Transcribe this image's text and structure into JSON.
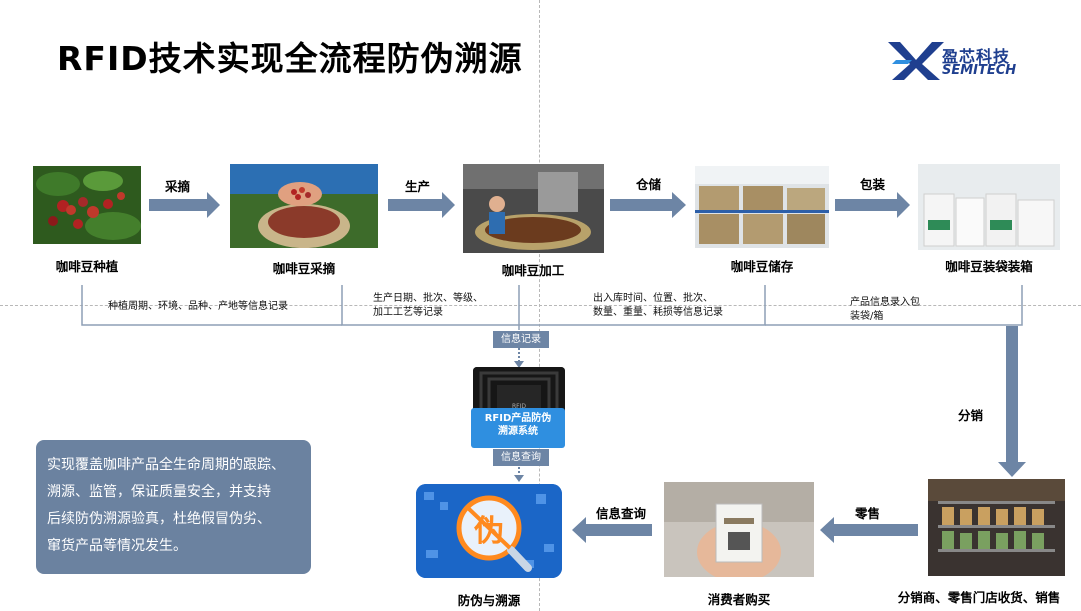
{
  "title": "RFID技术实现全流程防伪溯源",
  "logo": {
    "cn": "盈芯科技",
    "en": "SEMITECH"
  },
  "stages": [
    {
      "label": "咖啡豆种植"
    },
    {
      "label": "咖啡豆采摘"
    },
    {
      "label": "咖啡豆加工"
    },
    {
      "label": "咖啡豆储存"
    },
    {
      "label": "咖啡豆装袋装箱"
    }
  ],
  "arrows": {
    "pick": "采摘",
    "produce": "生产",
    "store": "仓储",
    "pack": "包装",
    "distribute": "分销",
    "retail": "零售",
    "query": "信息查询"
  },
  "info": {
    "planting": "种植周期、环境、品种、产地等信息记录",
    "production_1": "生产日期、批次、等级、",
    "production_2": "加工工艺等记录",
    "storage_1": "出入库时间、位置、批次、",
    "storage_2": "数量、重量、耗损等信息记录",
    "packing_1": "产品信息录入包",
    "packing_2": "装袋/箱"
  },
  "system": {
    "record_tag": "信息记录",
    "name_1": "RFID产品防伪",
    "name_2": "溯源系统",
    "query_tag": "信息查询",
    "chip_text": "RFID"
  },
  "bottom": {
    "anticounterfeit": "防伪与溯源",
    "consumer": "消费者购买",
    "retailer": "分销商、零售门店收货、销售",
    "fake_glyph": "伪"
  },
  "callout": {
    "lines": [
      "实现覆盖咖啡产品全生命周期的跟踪、",
      "溯源、监管，保证质量安全，并支持",
      "后续防伪溯源验真，杜绝假冒伪劣、",
      "窜货产品等情况发生。"
    ]
  },
  "colors": {
    "arrow": "#6d85a5",
    "line": "#8e9fb5",
    "callout": "#6b82a0",
    "system": "#2f8fe0",
    "logo": "#1f3f8f"
  }
}
